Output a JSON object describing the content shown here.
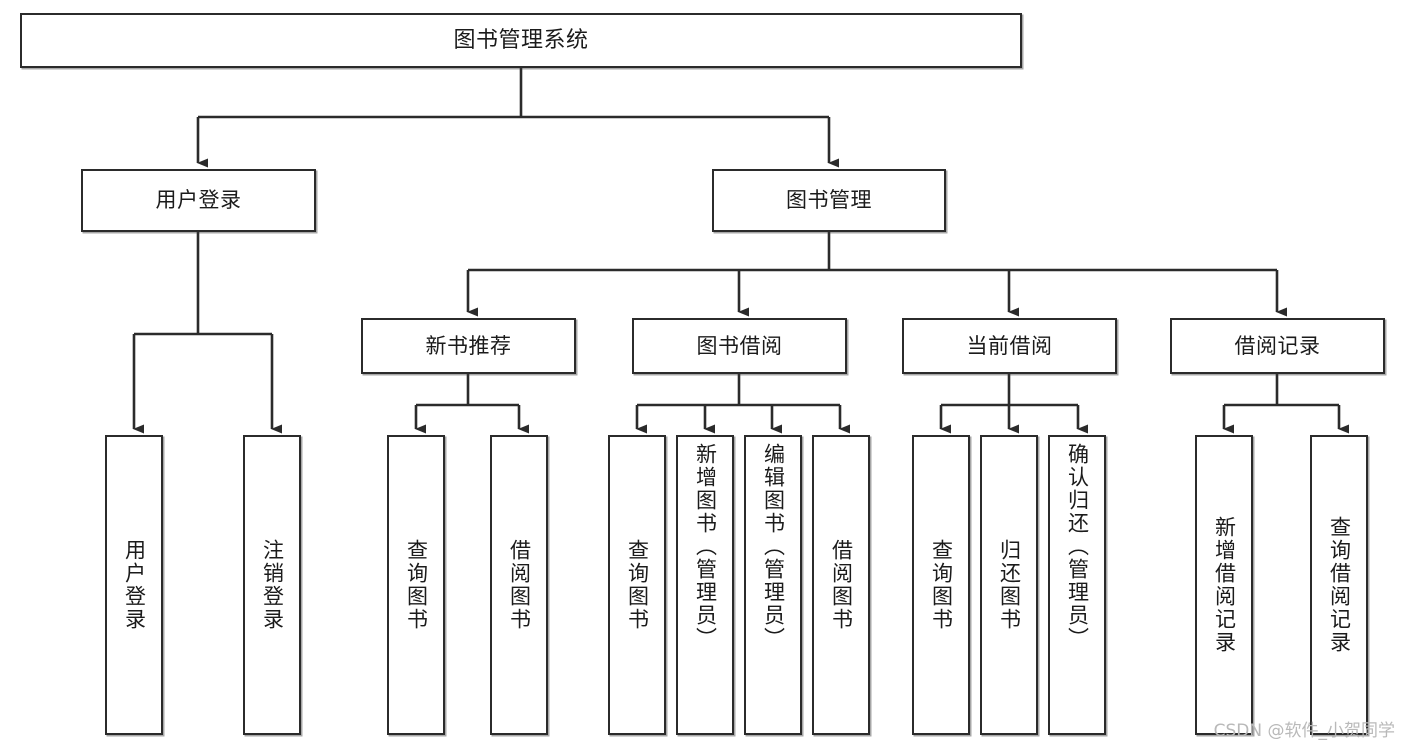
{
  "diagram": {
    "title": "图书管理系统",
    "type": "tree",
    "watermark": "CSDN @软件_小贺同学",
    "colors": {
      "box_border": "#2b2b2b",
      "box_fill": "#ffffff",
      "connector": "#2b2b2b",
      "text": "#1b1b1b",
      "watermark": "#b9b9b9"
    },
    "root": {
      "label": "图书管理系统"
    },
    "level2": [
      {
        "label": "用户登录"
      },
      {
        "label": "图书管理"
      }
    ],
    "level3": [
      {
        "label": "新书推荐"
      },
      {
        "label": "图书借阅"
      },
      {
        "label": "当前借阅"
      },
      {
        "label": "借阅记录"
      }
    ],
    "leaves": {
      "user_login": [
        {
          "label": "用户登录"
        },
        {
          "label": "注销登录"
        }
      ],
      "new_book_recommend": [
        {
          "label": "查询图书"
        },
        {
          "label": "借阅图书"
        }
      ],
      "book_borrow": [
        {
          "label": "查询图书"
        },
        {
          "label": "新增图书（管理员）"
        },
        {
          "label": "编辑图书（管理员）"
        },
        {
          "label": "借阅图书"
        }
      ],
      "current_borrow": [
        {
          "label": "查询图书"
        },
        {
          "label": "归还图书"
        },
        {
          "label": "确认归还（管理员）"
        }
      ],
      "borrow_record": [
        {
          "label": "新增借阅记录"
        },
        {
          "label": "查询借阅记录"
        }
      ]
    }
  }
}
